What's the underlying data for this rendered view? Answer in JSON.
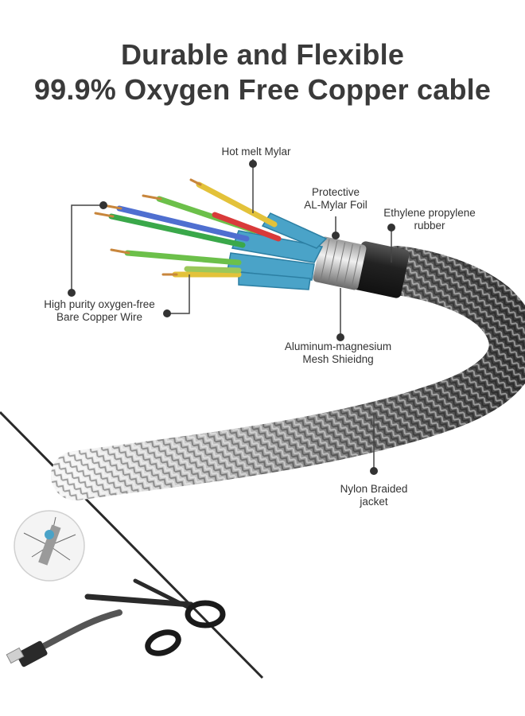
{
  "heading": {
    "line1": "Durable and Flexible",
    "line2": "99.9% Oxygen Free Copper cable"
  },
  "callouts": {
    "hot_melt_mylar": "Hot melt Mylar",
    "protective_foil_1": "Protective",
    "protective_foil_2": "AL-Mylar Foil",
    "ethylene_1": "Ethylene propylene",
    "ethylene_2": "rubber",
    "copper_1": "High purity oxygen-free",
    "copper_2": "Bare Copper Wire",
    "mesh_1": "Aluminum-magnesium",
    "mesh_2": "Mesh Shieidng",
    "nylon_1": "Nylon Braided",
    "nylon_2": "jacket"
  },
  "colors": {
    "text": "#333333",
    "callout_line": "#444444",
    "braid_dark": "#3a3a3a",
    "braid_light": "#d8d8d8",
    "shield_blue": "#4aa3c8",
    "copper": "#c8863c"
  }
}
